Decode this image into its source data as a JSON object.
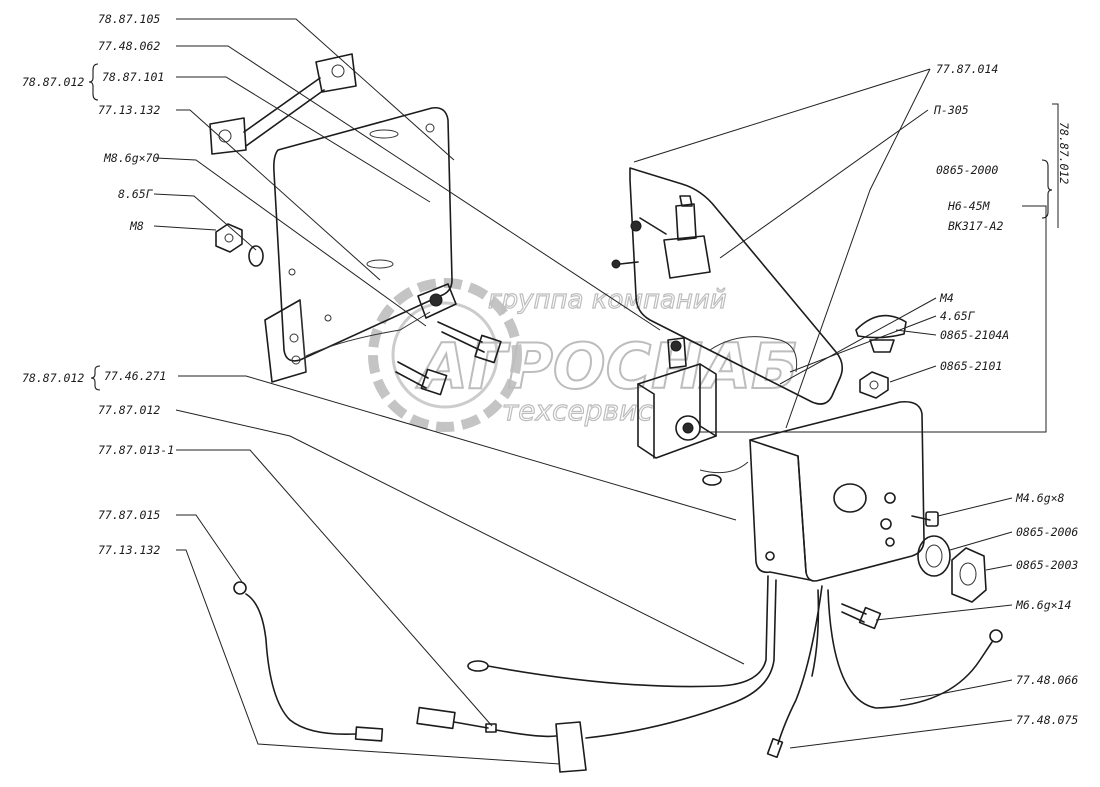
{
  "labels": {
    "l01": "78.87.105",
    "l02": "77.48.062",
    "l03": "78.87.012",
    "l04": "78.87.101",
    "l05": "77.13.132",
    "l06": "М8.6g×70",
    "l07": "8.65Г",
    "l08": "М8",
    "l09": "78.87.012",
    "l10": "77.46.271",
    "l11": "77.87.012",
    "l12": "77.87.013-1",
    "l13": "77.87.015",
    "l14": "77.13.132",
    "r01": "77.87.014",
    "r02": "П-305",
    "r03": "78.87.012",
    "r04": "0865-2000",
    "r05": "Н6-45М",
    "r06": "ВК317-А2",
    "r07": "М4",
    "r08": "4.65Г",
    "r09": "0865-2104А",
    "r10": "0865-2101",
    "r11": "М4.6g×8",
    "r12": "0865-2006",
    "r13": "0865-2003",
    "r14": "М6.6g×14",
    "r15": "77.48.066",
    "r16": "77.48.075"
  },
  "watermark": {
    "line1": "группа компаний",
    "line2": "АГРОСНАБ",
    "line3": "техсервис"
  },
  "colors": {
    "ink": "#1a1a1a",
    "watermark": "#bdbdbd"
  }
}
